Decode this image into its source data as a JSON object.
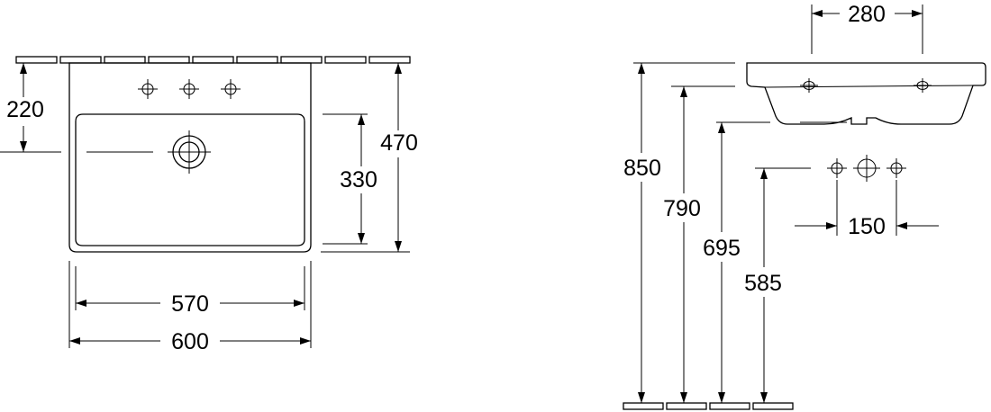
{
  "front_view": {
    "dim_220": "220",
    "dim_470": "470",
    "dim_330": "330",
    "dim_570": "570",
    "dim_600": "600"
  },
  "side_view": {
    "dim_280": "280",
    "dim_850": "850",
    "dim_790": "790",
    "dim_695": "695",
    "dim_585": "585",
    "dim_150": "150"
  },
  "colors": {
    "line": "#000000",
    "background": "#ffffff"
  }
}
